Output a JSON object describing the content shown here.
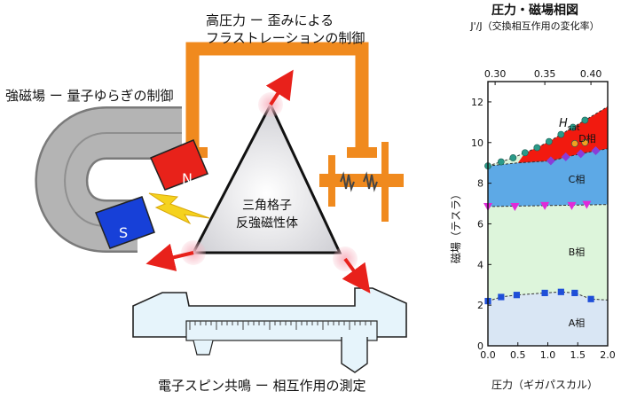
{
  "labels": {
    "high_pressure_line1": "高圧力 ー 歪みによる",
    "high_pressure_line2": "フラストレーションの制御",
    "strong_field": "強磁場 ー 量子ゆらぎの制御",
    "esr": "電子スピン共鳴 ー 相互作用の測定",
    "triangle_line1": "三角格子",
    "triangle_line2": "反強磁性体",
    "magnet_n": "N",
    "magnet_s": "S"
  },
  "colors": {
    "frame_orange": "#F08A1E",
    "arrow_red": "#E8211B",
    "magnet_red": "#E8221A",
    "magnet_blue": "#1740D8",
    "magnet_gray": "#B4B4B4",
    "lightning": "#F5D21E",
    "caliper_fill": "#E6F4FB",
    "phase_a": "#D9E6F4",
    "phase_b": "#DDF5DB",
    "phase_c": "#5DA9E6",
    "phase_d": "#F21A0F",
    "marker_teal": "#2A9A88",
    "marker_purple": "#8A3CD8",
    "marker_magenta": "#E02AD8",
    "marker_orange": "#F2A020",
    "marker_blue": "#1F4FD8"
  },
  "chart_data": {
    "type": "scatter",
    "title": "圧力・磁場相図",
    "xlabel": "圧力（ギガパスカル）",
    "ylabel": "磁場（テスラ）",
    "top_axis_label": "J'/J（交換相互作用の変化率）",
    "xlim": [
      0,
      2.0
    ],
    "ylim": [
      0,
      13
    ],
    "x_ticks": [
      "0.0",
      "0.5",
      "1.0",
      "1.5",
      "2.0"
    ],
    "y_ticks": [
      "0",
      "2",
      "4",
      "6",
      "8",
      "10",
      "12"
    ],
    "top_ticks": [
      {
        "label": "0.30",
        "pressure": 0.12
      },
      {
        "label": "0.35",
        "pressure": 0.95
      },
      {
        "label": "0.40",
        "pressure": 1.72
      }
    ],
    "phase_labels": {
      "a": "A相",
      "b": "B相",
      "c": "C相",
      "d": "D相",
      "hsat": "H",
      "hsat_sub": "sat"
    },
    "series": [
      {
        "marker": "circle",
        "color": "#2A9A88",
        "x": [
          0.0,
          0.22,
          0.42,
          0.62,
          0.82,
          1.02,
          1.22,
          1.42,
          1.62
        ],
        "y": [
          8.85,
          9.05,
          9.25,
          9.5,
          9.75,
          10.05,
          10.4,
          10.75,
          11.1
        ]
      },
      {
        "marker": "diamond",
        "color": "#8A3CD8",
        "x": [
          1.05,
          1.3,
          1.55,
          1.8
        ],
        "y": [
          9.1,
          9.3,
          9.45,
          9.6
        ]
      },
      {
        "marker": "triangle",
        "color": "#E02AD8",
        "x": [
          0.0,
          0.45,
          0.95,
          1.4,
          1.65
        ],
        "y": [
          6.85,
          6.85,
          6.9,
          6.9,
          6.95
        ]
      },
      {
        "marker": "circle",
        "color": "#F2A020",
        "x": [
          1.45,
          1.62
        ],
        "y": [
          9.95,
          10.0
        ]
      },
      {
        "marker": "square",
        "color": "#1F4FD8",
        "x": [
          0.0,
          0.22,
          0.48,
          0.95,
          1.22,
          1.45,
          1.72
        ],
        "y": [
          2.2,
          2.4,
          2.5,
          2.6,
          2.65,
          2.6,
          2.3
        ]
      }
    ]
  }
}
